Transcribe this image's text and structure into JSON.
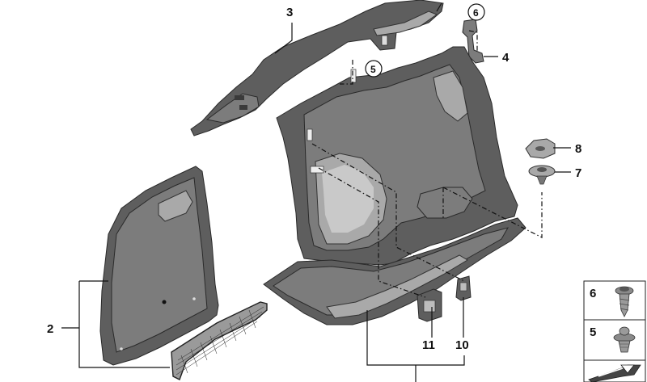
{
  "callouts": [
    {
      "label": "3"
    },
    {
      "label": "4"
    },
    {
      "label": "8"
    },
    {
      "label": "7"
    },
    {
      "label": "2"
    },
    {
      "label": "11"
    },
    {
      "label": "10"
    }
  ],
  "circled_refs": [
    {
      "label": "6"
    },
    {
      "label": "5"
    }
  ],
  "legend_box": {
    "rows": [
      {
        "label": "6"
      },
      {
        "label": "5"
      }
    ]
  },
  "colors": {
    "part_dark": "#5e5e5e",
    "part_mid": "#7c7c7c",
    "part_light": "#a9a9a9",
    "line": "#111111"
  }
}
